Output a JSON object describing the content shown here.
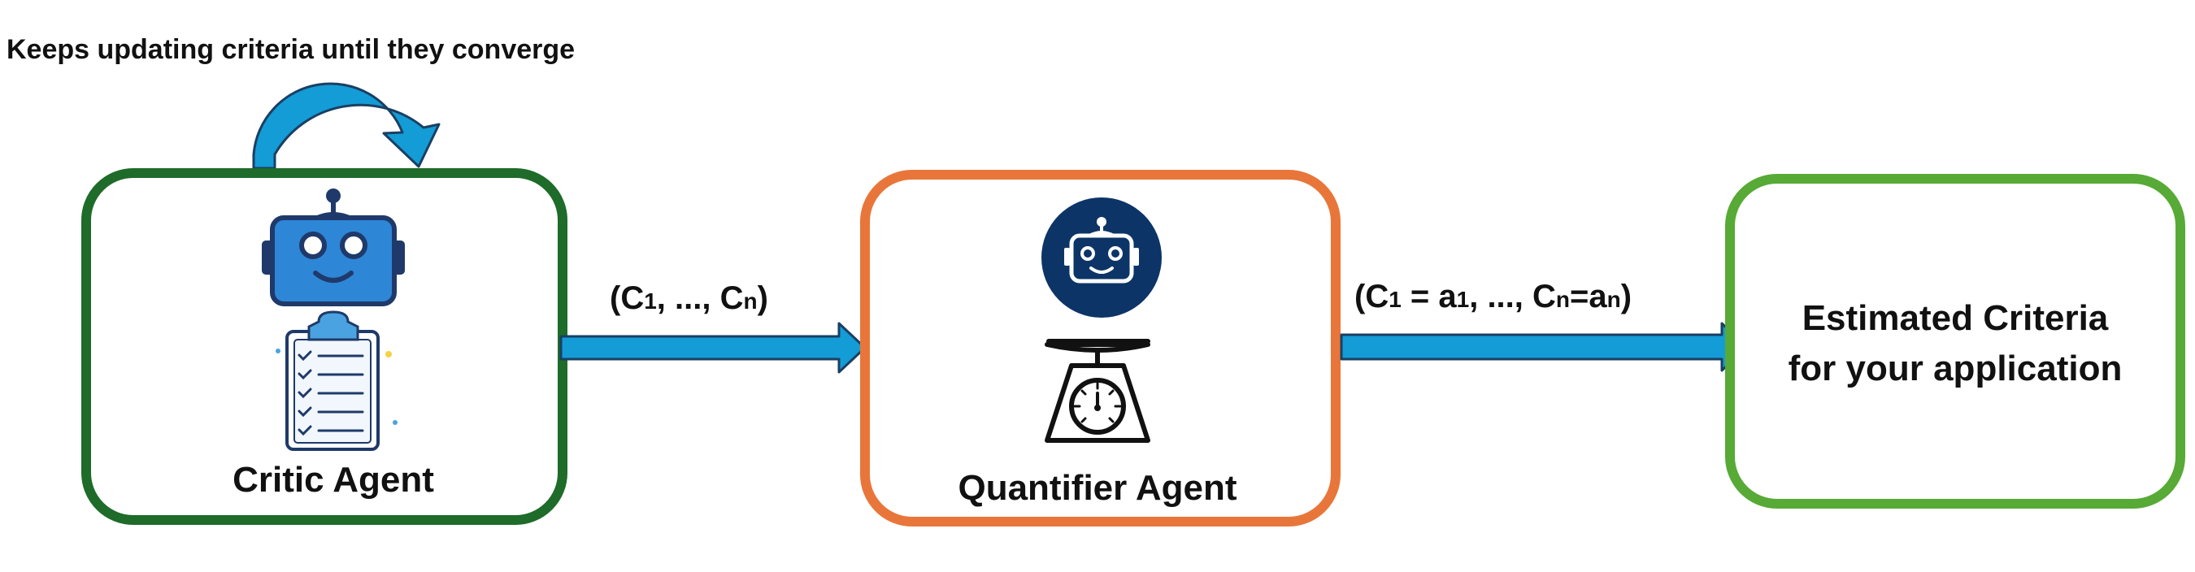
{
  "diagram": {
    "loop_note": "Keeps updating criteria until they converge",
    "critic": {
      "label": "Critic Agent",
      "robot_icon": "robot-icon",
      "clipboard_icon": "checklist-clipboard-icon"
    },
    "quantifier": {
      "label": "Quantifier Agent",
      "robot_icon": "robot-icon",
      "scale_icon": "kitchen-scale-icon"
    },
    "output": {
      "line1": "Estimated Criteria",
      "line2": "for your application"
    },
    "edge1": {
      "open": "(C",
      "sub1": "1",
      "mid": ", ..., C",
      "subn": "n",
      "close": ")"
    },
    "edge2": {
      "open": "(C",
      "sub1": "1",
      "eq1": " = a",
      "sub2": "1",
      "mid": ", ..., C",
      "subn": "n",
      "eq2": "=a",
      "subn2": "n",
      "close": ")"
    }
  },
  "colors": {
    "critic_border": "#1e6b2a",
    "quantifier_border": "#e8763a",
    "output_border": "#57aa35",
    "arrow_fill": "#139cd6",
    "arrow_stroke": "#1a3f63",
    "robot_dark": "#1f3a6a",
    "robot_light": "#2e86d6"
  }
}
